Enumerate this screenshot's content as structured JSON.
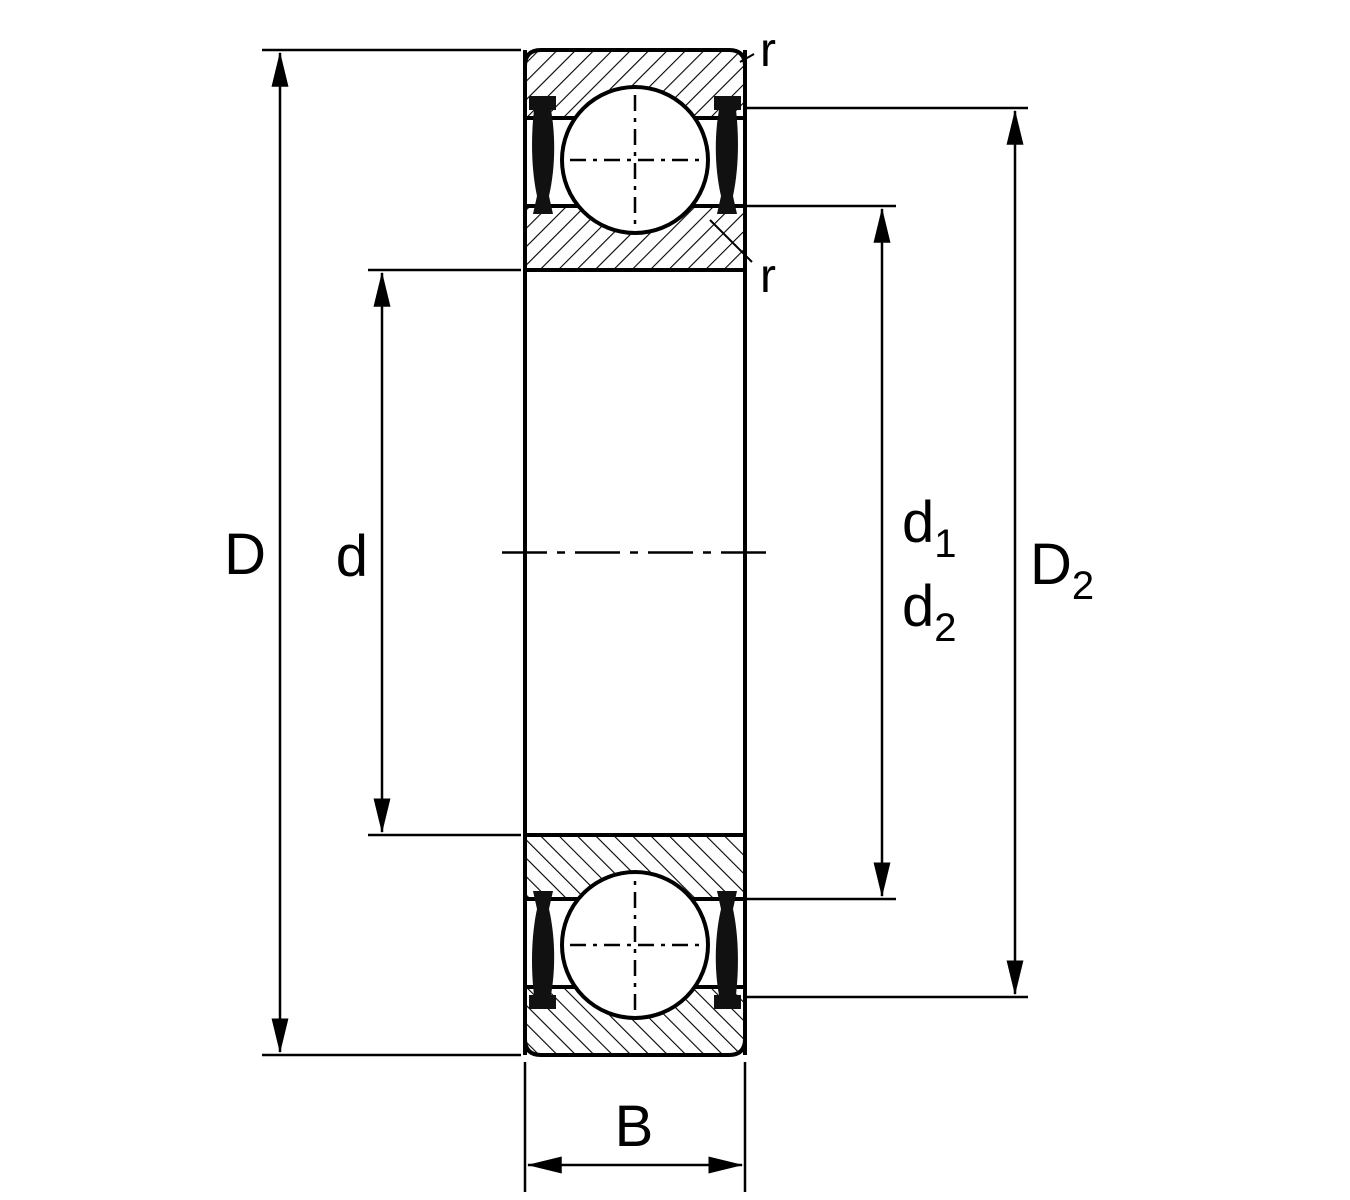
{
  "diagram": {
    "labels": {
      "outer_diameter": "D",
      "bore_diameter": "d",
      "d1": {
        "base": "d",
        "sub": "1"
      },
      "d2": {
        "base": "d",
        "sub": "2"
      },
      "D2": {
        "base": "D",
        "sub": "2"
      },
      "width": "B",
      "radius_outer": "r",
      "radius_inner": "r"
    },
    "colors": {
      "line": "#000000",
      "seal": "#111111",
      "background": "#ffffff"
    }
  }
}
